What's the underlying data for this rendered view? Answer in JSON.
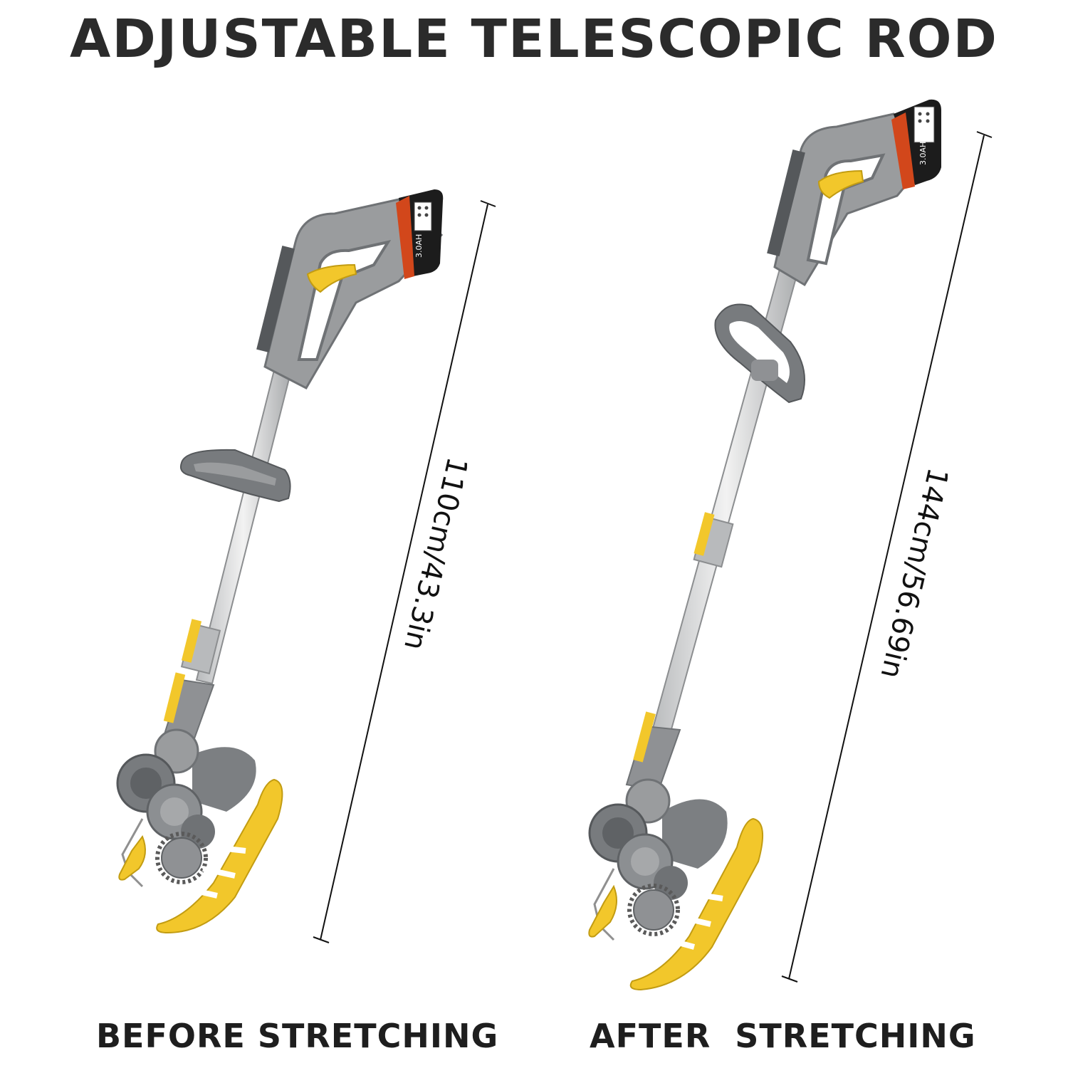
{
  "headline": "ADJUSTABLE TELESCOPIC ROD",
  "before": {
    "caption": "BEFORE STRETCHING",
    "length_label": "110cm/43.3in",
    "battery_text": "3.0AH"
  },
  "after": {
    "caption": "AFTER  STRETCHING",
    "length_label": "144cm/56.69in",
    "battery_text": "3.0AH"
  },
  "colors": {
    "body_gray": "#9a9c9e",
    "dark_gray": "#6f7275",
    "accent_yellow": "#f2c72b",
    "battery_black": "#1c1c1c",
    "battery_orange": "#d2471b",
    "rod_silver": "#d9dadb"
  }
}
